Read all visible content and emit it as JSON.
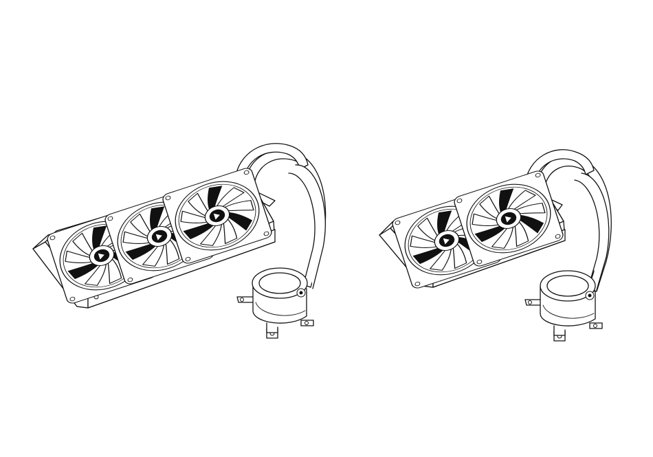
{
  "colors": {
    "line": "#111111",
    "background": "#ffffff"
  },
  "coolers": [
    {
      "id": "cooler-360",
      "fan_count": 3
    },
    {
      "id": "cooler-240",
      "fan_count": 2
    }
  ]
}
